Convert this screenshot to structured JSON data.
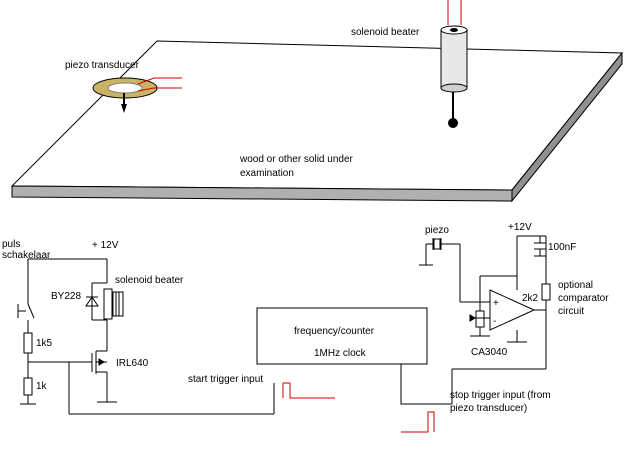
{
  "labels": {
    "solenoid_top": "solenoid beater",
    "piezo_top": "piezo transducer",
    "wood_line1": "wood or other solid under",
    "wood_line2": "examination",
    "puls_line1": "puls",
    "puls_line2": "schakelaar",
    "supply_left": "+ 12V",
    "diode": "BY228",
    "solenoid_circuit": "solenoid beater",
    "r1": "1k5",
    "r2": "1k",
    "mosfet": "IRL640",
    "counter_line1": "frequency/counter",
    "counter_line2": "1MHz clock",
    "start_trigger": "start trigger input",
    "piezo_right": "piezo",
    "supply_right": "+12V",
    "cap": "100nF",
    "r3": "2k2",
    "opamp_plus": "+",
    "opamp_minus": "-",
    "opamp": "CA3040",
    "optional_line1": "optional",
    "optional_line2": "comparator",
    "optional_line3": "circuit",
    "stop_line1": "stop trigger input (from",
    "stop_line2": "piezo transducer)"
  },
  "colors": {
    "board_top": "#ffffff",
    "board_side": "#b0b0b0",
    "piezo_ring": "#c8b464",
    "signal_red": "#cc0000",
    "wire": "#000000"
  }
}
